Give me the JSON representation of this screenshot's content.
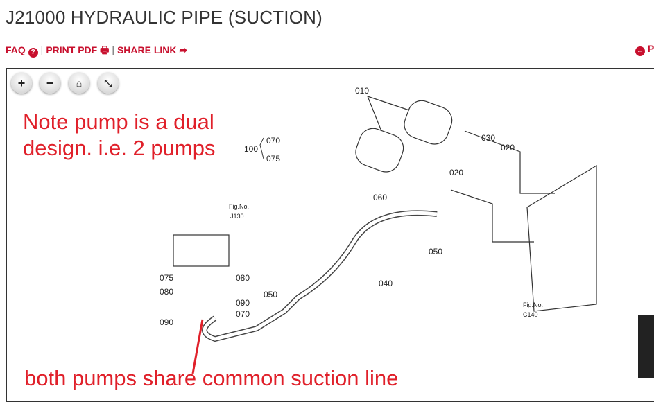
{
  "title": "J21000 HYDRAULIC PIPE (SUCTION)",
  "links": {
    "faq": "FAQ",
    "print": "PRINT PDF",
    "share": "SHARE LINK",
    "prev": "P"
  },
  "zoom_controls": {
    "zoom_in": "+",
    "zoom_out": "−",
    "home": "⌂",
    "fullscreen": "⤡"
  },
  "annotations": {
    "note1": "Note pump is a dual",
    "note2": "design. i.e. 2 pumps",
    "note3": "both pumps share common suction line"
  },
  "diagram": {
    "labels": {
      "l010": "010",
      "l030": "030",
      "l020a": "020",
      "l020b": "020",
      "l060": "060",
      "l050a": "050",
      "l040": "040",
      "l050b": "050",
      "l070a": "070",
      "l075a": "075",
      "l100": "100",
      "l075b": "075",
      "l080a": "080",
      "l080b": "080",
      "l090a": "090",
      "l070b": "070",
      "l090b": "090",
      "fig1": "Fig.No.",
      "j130": "J130",
      "fig2": "Fig.No.",
      "c140": "C140"
    }
  }
}
